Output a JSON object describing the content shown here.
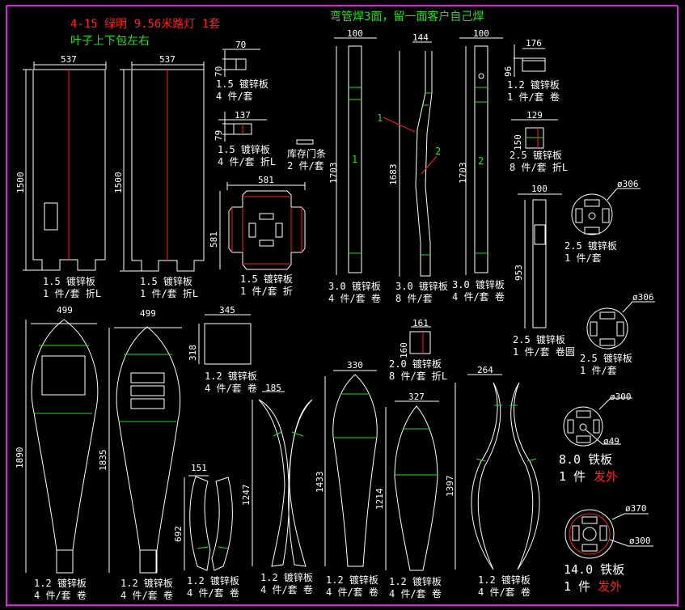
{
  "header": {
    "title_line1": "4-15 绿明 9.56米路灯 1套",
    "title_line2": "叶子上下包左右",
    "note_weld": "弯管焊3面，留一面客户自己焊"
  },
  "colors": {
    "background": "#000000",
    "frame": "#e020e0",
    "outline": "#ffffff",
    "fold_line": "#ff2020",
    "bend_line": "#20e020",
    "annotation": "#20e020"
  },
  "parts": [
    {
      "id": "panel-a",
      "width": "537",
      "height": "1500",
      "spec": "1.5 镀锌板",
      "qty": "1 件/套 折L"
    },
    {
      "id": "panel-b",
      "width": "537",
      "height": "1500",
      "spec": "1.5 镀锌板",
      "qty": "1 件/套 折L"
    },
    {
      "id": "small-70",
      "width": "70",
      "height": "70",
      "spec": "1.5 镀锌板",
      "qty": "4 件/套"
    },
    {
      "id": "small-137",
      "width": "137",
      "height": "79",
      "spec": "1.5 镀锌板",
      "qty": "4 件/套 折L"
    },
    {
      "id": "door-strip",
      "spec": "库存门条",
      "qty": "2 件/套"
    },
    {
      "id": "box-581",
      "width": "581",
      "height": "581",
      "spec": "1.5 镀锌板",
      "qty": "1 件/套 折"
    },
    {
      "id": "tube-1",
      "width": "100",
      "height": "1703",
      "label": "1",
      "spec": "3.0 镀锌板",
      "qty": "4 件/套 卷"
    },
    {
      "id": "tube-bent",
      "width": "144",
      "height": "1683",
      "label_a": "1",
      "label_b": "2",
      "spec": "3.0 镀锌板",
      "qty": "8 件/套"
    },
    {
      "id": "tube-2",
      "width": "100",
      "height": "1703",
      "label": "2",
      "spec": "3.0 镀锌板",
      "qty": "4 件/套 卷"
    },
    {
      "id": "small-176",
      "width": "176",
      "height": "96",
      "spec": "1.2 镀锌板",
      "qty": "1 件/套 卷"
    },
    {
      "id": "small-129",
      "width": "129",
      "height": "150",
      "spec": "2.5 镀锌板",
      "qty": "8 件/套 折L"
    },
    {
      "id": "strip-953",
      "width": "100",
      "height": "953",
      "spec": "2.5 镀锌板",
      "qty": "1 件/套 卷圆"
    },
    {
      "id": "disc-306a",
      "diameter": "ø306",
      "spec": "2.5 镀锌板",
      "qty": "1 件/套"
    },
    {
      "id": "disc-306b",
      "diameter": "ø306",
      "spec": "2.5 镀锌板",
      "qty": "1 件/套"
    },
    {
      "id": "plate-300",
      "diameter": "ø300",
      "hole": "ø49",
      "spec": "8.0 铁板",
      "qty": "1 件",
      "note": "发外"
    },
    {
      "id": "plate-370",
      "diameter": "ø370",
      "inner": "ø300",
      "spec": "14.0 铁板",
      "qty": "1 件",
      "note": "发外"
    },
    {
      "id": "leaf-1890",
      "width": "499",
      "height": "1890",
      "spec": "1.2 镀锌板",
      "qty": "4 件/套 卷"
    },
    {
      "id": "leaf-1835",
      "width": "499",
      "height": "1835",
      "spec": "1.2 镀锌板",
      "qty": "4 件/套 卷"
    },
    {
      "id": "plate-345",
      "width": "345",
      "height": "318",
      "spec": "1.2 镀锌板",
      "qty": "4 件/套 卷"
    },
    {
      "id": "bracket-161",
      "width": "161",
      "height": "160",
      "spec": "2.0 镀锌板",
      "qty": "8 件/套 折L"
    },
    {
      "id": "arc-151",
      "width": "151",
      "height": "692",
      "spec": "1.2 镀锌板",
      "qty": "4 件/套 卷"
    },
    {
      "id": "horn-185",
      "width": "185",
      "height": "1247",
      "spec": "1.2 镀锌板",
      "qty": "4 件/套 卷"
    },
    {
      "id": "leaf-330",
      "width": "330",
      "height": "1433",
      "spec": "1.2 镀锌板",
      "qty": "4 件/套 卷"
    },
    {
      "id": "leaf-327",
      "width": "327",
      "height": "1214",
      "spec": "1.2 镀锌板",
      "qty": "4 件/套 卷"
    },
    {
      "id": "wave-264",
      "width": "264",
      "height": "1397",
      "spec": "1.2 镀锌板",
      "qty": "4 件/套 卷"
    }
  ]
}
